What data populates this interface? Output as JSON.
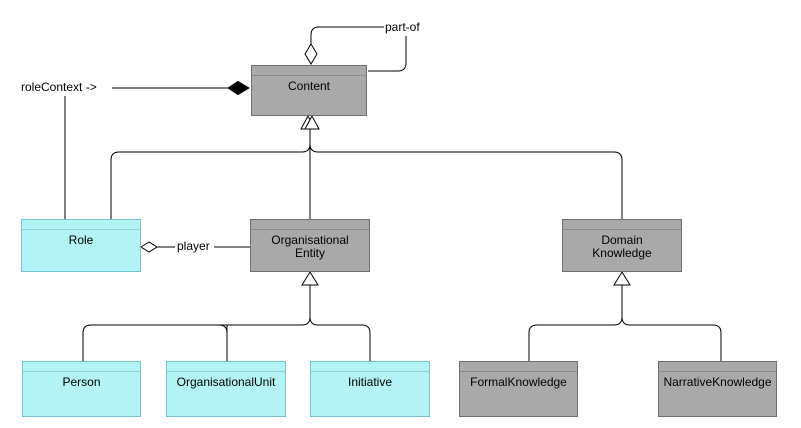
{
  "diagram": {
    "type": "uml-class-diagram",
    "palette": {
      "gray_fill": "#a9a9a9",
      "gray_border": "#6f6f6f",
      "cyan_fill": "#b3f2f5",
      "cyan_border": "#74c4cd",
      "line_color": "#000000",
      "background": "#ffffff"
    },
    "classes": [
      {
        "id": "content",
        "style": "gray",
        "lines": [
          "Content"
        ]
      },
      {
        "id": "role",
        "style": "cyan",
        "lines": [
          "Role"
        ]
      },
      {
        "id": "organisational-entity",
        "style": "gray",
        "lines": [
          "Organisational",
          "Entity"
        ]
      },
      {
        "id": "domain-knowledge",
        "style": "gray",
        "lines": [
          "Domain",
          "Knowledge"
        ]
      },
      {
        "id": "person",
        "style": "cyan",
        "lines": [
          "Person"
        ]
      },
      {
        "id": "organisational-unit",
        "style": "cyan",
        "lines": [
          "OrganisationalUnit"
        ]
      },
      {
        "id": "initiative",
        "style": "cyan",
        "lines": [
          "Initiative"
        ]
      },
      {
        "id": "formal-knowledge",
        "style": "gray",
        "lines": [
          "FormalKnowledge"
        ]
      },
      {
        "id": "narrative-knowledge",
        "style": "gray",
        "lines": [
          "NarrativeKnowledge"
        ]
      }
    ],
    "edge_labels": {
      "role_context": "roleContext ->",
      "part_of": "part-of",
      "player": "player"
    },
    "relations": [
      "Content part-of Content (self aggregation, open diamond)",
      "roleContext -> composition into Content (filled diamond), from Role",
      "Role, OrganisationalEntity, DomainKnowledge generalize to Content",
      "Role player OrganisationalEntity (open diamond aggregation)",
      "Person, OrganisationalUnit, Initiative generalize to OrganisationalEntity",
      "FormalKnowledge, NarrativeKnowledge generalize to DomainKnowledge"
    ]
  }
}
